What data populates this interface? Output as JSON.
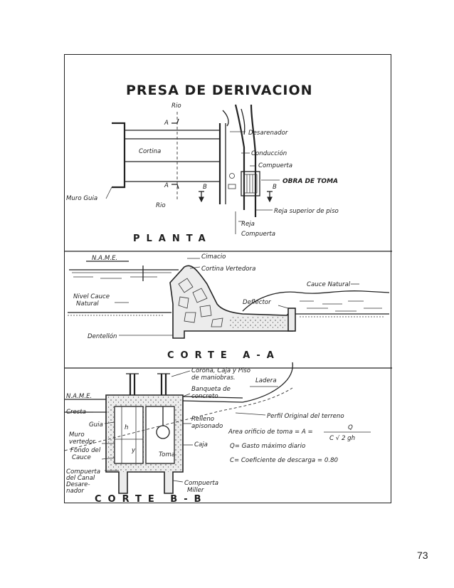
{
  "page_number": "73",
  "title": "PRESA DE DERIVACION",
  "planta": {
    "section_title": "PLANTA",
    "labels": {
      "rio_top": "Rio",
      "rio_bottom": "Rio",
      "a_top": "A",
      "a_bottom": "A",
      "b_left": "B",
      "b_right": "B",
      "cortina": "Cortina",
      "muro_guia": "Muro Guia",
      "desarenador": "Desarenador",
      "conduccion": "Conducción",
      "compuerta_top": "Compuerta",
      "obra_de_toma": "OBRA DE TOMA",
      "reja_superior": "Reja superior de piso",
      "reja": "Reja",
      "compuerta_bottom": "Compuerta"
    }
  },
  "corte_aa": {
    "section_title": "CORTE A-A",
    "labels": {
      "name": "N.A.M.E.",
      "cimacio": "Cimacio",
      "cortina_vertedora": "Cortina Vertedora",
      "cauce_natural": "Cauce Natural",
      "nivel_cauce_line1": "Nivel Cauce",
      "nivel_cauce_line2": "Natural",
      "deflector": "Deflector",
      "dentellon": "Dentellón"
    }
  },
  "corte_bb": {
    "section_title": "CORTE B-B",
    "labels": {
      "corona_line1": "Corona, Caja y Piso",
      "corona_line2": "de maniobras.",
      "ladera": "Ladera",
      "name": "N.A.M.E.",
      "banqueta_line1": "Banqueta de",
      "banqueta_line2": "concreto",
      "cresta": "Cresta",
      "perfil": "Perfil Original del terreno",
      "guia": "Guia",
      "relleno_line1": "Relleno",
      "relleno_line2": "apisonado",
      "muro_line1": "Muro",
      "muro_line2": "vertedor",
      "fondo_line1": "Fondo del",
      "fondo_line2": "Cauce",
      "caja": "Caja",
      "toma": "Toma",
      "h": "h",
      "y": "y",
      "compuerta_canal_line1": "Compuerta",
      "compuerta_canal_line2": "del Canal",
      "compuerta_canal_line3": "Desare-",
      "compuerta_canal_line4": "nador",
      "compuerta_miller_line1": "Compuerta",
      "compuerta_miller_line2": "Miller",
      "area_formula": "Area orificio de toma = A =",
      "formula_num": "Q",
      "formula_den": "C √ 2 gh",
      "q_def": "Q= Gasto máximo diario",
      "c_def": "C= Coeficiente de descarga = 0.80"
    }
  }
}
